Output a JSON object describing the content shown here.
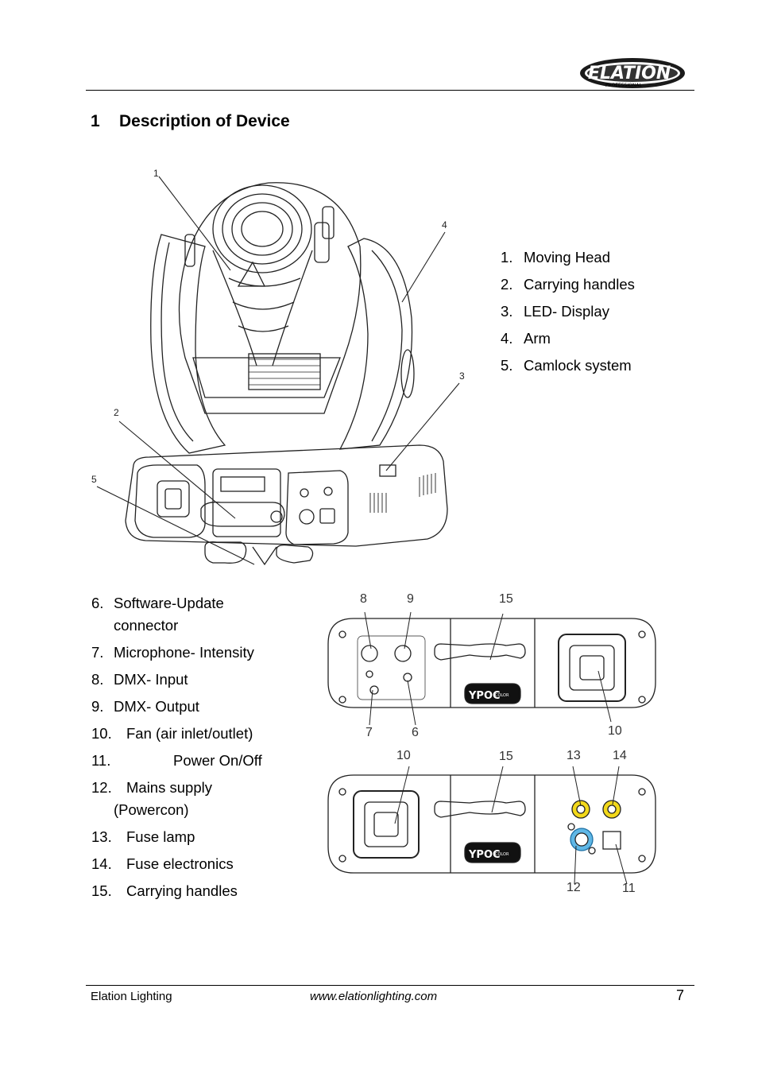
{
  "header": {
    "logo_text": "ELATION",
    "logo_subtext": "PROFESSIONAL"
  },
  "section": {
    "number": "1",
    "title": "Description of Device"
  },
  "figure_top": {
    "callouts": [
      "1",
      "2",
      "3",
      "4",
      "5"
    ]
  },
  "legend_top": [
    {
      "num": "1.",
      "label": "Moving Head"
    },
    {
      "num": "2.",
      "label": "Carrying handles"
    },
    {
      "num": "3.",
      "label": "LED- Display"
    },
    {
      "num": "4.",
      "label": "Arm"
    },
    {
      "num": "5.",
      "label": "Camlock system"
    }
  ],
  "legend_bottom": [
    {
      "num": "6.",
      "label": "Software-Update",
      "cont": "connector"
    },
    {
      "num": "7.",
      "label": "Microphone- Intensity"
    },
    {
      "num": "8.",
      "label": "DMX-  Input"
    },
    {
      "num": "9.",
      "label": "DMX- Output"
    },
    {
      "num": "10.",
      "label": "Fan (air inlet/outlet)"
    },
    {
      "num": "11.",
      "label": "Power On/Off"
    },
    {
      "num": "12.",
      "label": "Mains supply",
      "cont": "(Powercon)"
    },
    {
      "num": "13.",
      "label": "Fuse  lamp"
    },
    {
      "num": "14.",
      "label": "Fuse  electronics"
    },
    {
      "num": "15.",
      "label": "Carrying  handles"
    }
  ],
  "panel_upper": {
    "callouts_top": [
      "8",
      "9",
      "15"
    ],
    "callouts_bottom": [
      "7",
      "6",
      "10"
    ],
    "brand": "YPOC",
    "brand_sub": "COLOR"
  },
  "panel_lower": {
    "callouts_top": [
      "10",
      "15",
      "13",
      "14"
    ],
    "callouts_bottom": [
      "12",
      "11"
    ],
    "brand": "YPOC",
    "brand_sub": "COLOR"
  },
  "footer": {
    "left": "Elation  Lighting",
    "url": "www.elationlighting.com",
    "page": "7"
  }
}
